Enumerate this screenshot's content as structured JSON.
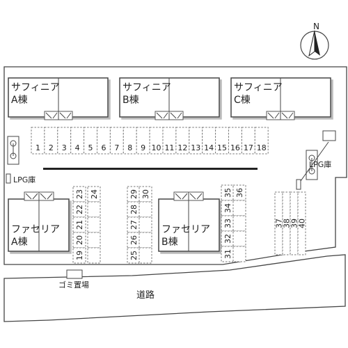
{
  "compass": {
    "label": "N"
  },
  "buildings": [
    {
      "id": "sunfinia-a",
      "name": "サフィニア",
      "wing": "A棟"
    },
    {
      "id": "sunfinia-b",
      "name": "サフィニア",
      "wing": "B棟"
    },
    {
      "id": "sunfinia-c",
      "name": "サフィニア",
      "wing": "C棟"
    },
    {
      "id": "faceria-a",
      "name": "ファセリア",
      "wing": "A棟"
    },
    {
      "id": "faceria-b",
      "name": "ファセリア",
      "wing": "B棟"
    }
  ],
  "lpg_labels": [
    "LPG庫",
    "LPG庫"
  ],
  "garbage_label": "ゴミ置場",
  "road_label": "道路",
  "parking": {
    "top_row": [
      "1",
      "2",
      "3",
      "4",
      "5",
      "6",
      "7",
      "8",
      "9",
      "10",
      "11",
      "12",
      "13",
      "14",
      "15",
      "16",
      "17",
      "18"
    ],
    "col_a_left": [
      "19",
      "20",
      "21",
      "22",
      "23"
    ],
    "col_a_right": [
      "24"
    ],
    "col_b_left": [
      "25",
      "26",
      "27",
      "28",
      "29"
    ],
    "col_b_right": [
      "30"
    ],
    "col_c_left": [
      "31",
      "32",
      "33",
      "34",
      "35"
    ],
    "col_c_right": [
      "36"
    ],
    "col_d": [
      "37",
      "38",
      "39",
      "40"
    ]
  },
  "colors": {
    "line": "#444444",
    "shadow": "#bbbbbb",
    "compass_fill": "#222222"
  }
}
